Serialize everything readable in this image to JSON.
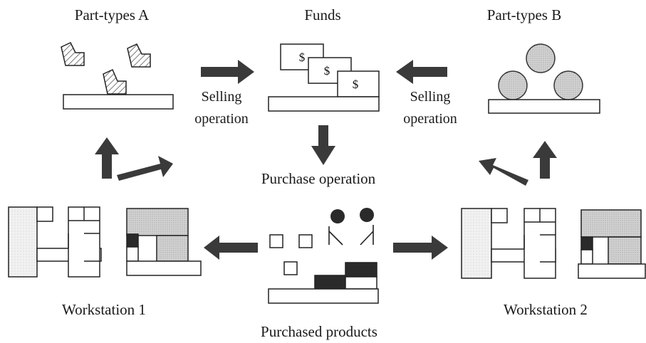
{
  "labels": {
    "part_types_a": "Part-types A",
    "funds": "Funds",
    "part_types_b": "Part-types B",
    "selling_left_1": "Selling",
    "selling_left_2": "operation",
    "selling_right_1": "Selling",
    "selling_right_2": "operation",
    "purchase_operation": "Purchase operation",
    "workstation_1": "Workstation 1",
    "workstation_2": "Workstation 2",
    "purchased_products": "Purchased products",
    "currency_symbol": "$"
  },
  "colors": {
    "stroke": "#222222",
    "arrow": "#3a3a3a",
    "gray_fill": "#c8c8c8",
    "light_fill": "#ebebeb",
    "dark_fill": "#2a2a2a",
    "circle_fill": "#9a9a9a"
  }
}
